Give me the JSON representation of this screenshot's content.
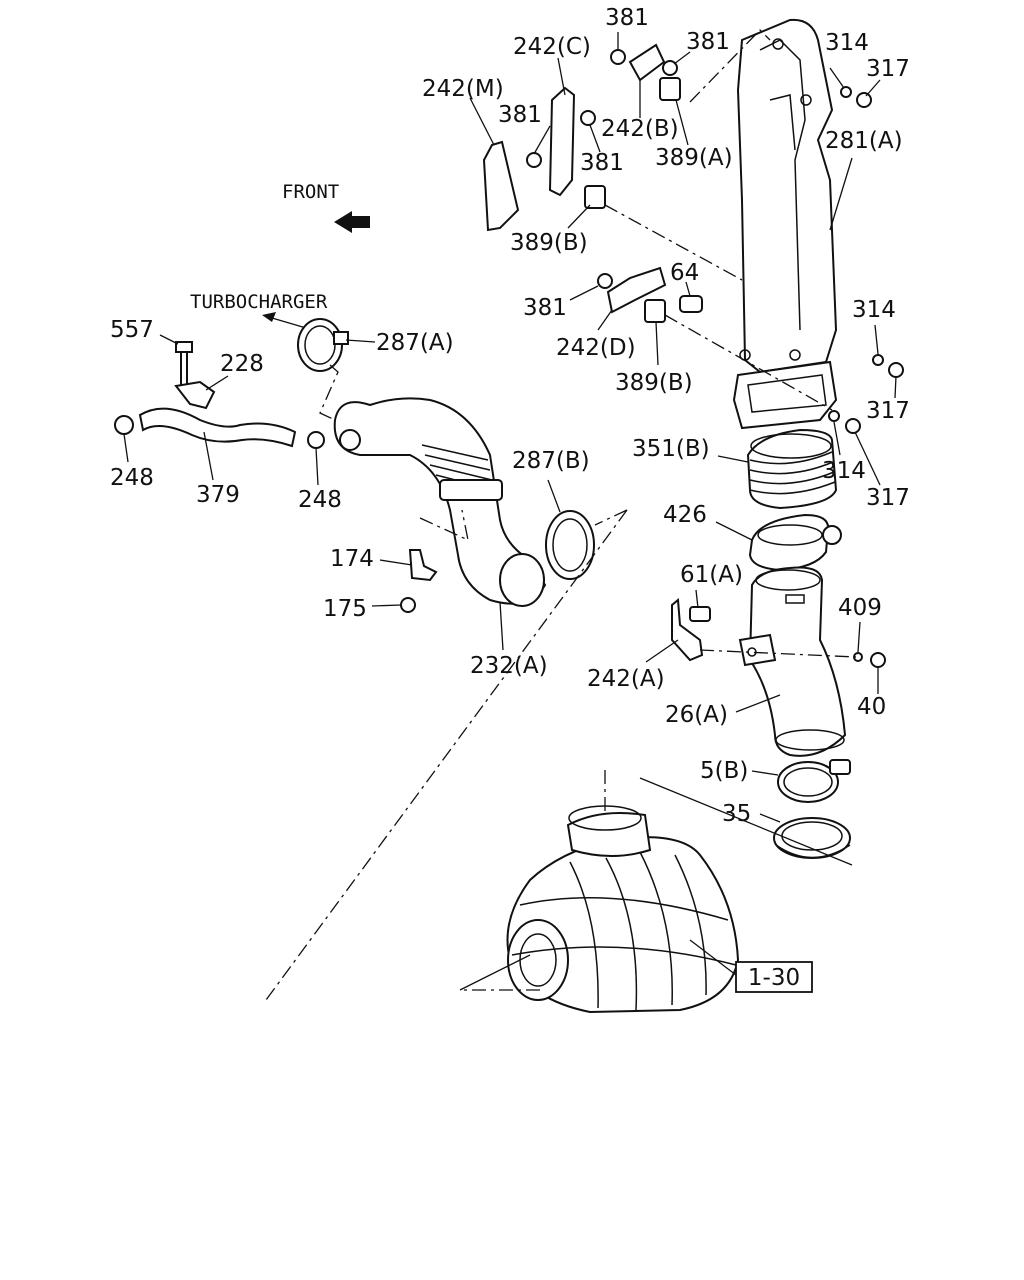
{
  "diagram": {
    "notes": {
      "front": "FRONT",
      "turbocharger": "TURBOCHARGER"
    },
    "labels": [
      {
        "id": "381-a",
        "text": "381"
      },
      {
        "id": "242c",
        "text": "242(C)"
      },
      {
        "id": "381-b",
        "text": "381"
      },
      {
        "id": "314-a",
        "text": "314"
      },
      {
        "id": "317-a",
        "text": "317"
      },
      {
        "id": "242m",
        "text": "242(M)"
      },
      {
        "id": "381-c",
        "text": "381"
      },
      {
        "id": "242b",
        "text": "242(B)"
      },
      {
        "id": "381-d",
        "text": "381"
      },
      {
        "id": "389a",
        "text": "389(A)"
      },
      {
        "id": "281a",
        "text": "281(A)"
      },
      {
        "id": "389b-a",
        "text": "389(B)"
      },
      {
        "id": "64",
        "text": "64"
      },
      {
        "id": "381-e",
        "text": "381"
      },
      {
        "id": "314-b",
        "text": "314"
      },
      {
        "id": "242d",
        "text": "242(D)"
      },
      {
        "id": "389b-b",
        "text": "389(B)"
      },
      {
        "id": "557",
        "text": "557"
      },
      {
        "id": "228",
        "text": "228"
      },
      {
        "id": "287a",
        "text": "287(A)"
      },
      {
        "id": "317-b",
        "text": "317"
      },
      {
        "id": "351b",
        "text": "351(B)"
      },
      {
        "id": "314-c",
        "text": "314"
      },
      {
        "id": "317-c",
        "text": "317"
      },
      {
        "id": "248-a",
        "text": "248"
      },
      {
        "id": "379",
        "text": "379"
      },
      {
        "id": "248-b",
        "text": "248"
      },
      {
        "id": "287b",
        "text": "287(B)"
      },
      {
        "id": "426",
        "text": "426"
      },
      {
        "id": "174",
        "text": "174"
      },
      {
        "id": "61a",
        "text": "61(A)"
      },
      {
        "id": "409",
        "text": "409"
      },
      {
        "id": "175",
        "text": "175"
      },
      {
        "id": "242a",
        "text": "242(A)"
      },
      {
        "id": "232a",
        "text": "232(A)"
      },
      {
        "id": "40",
        "text": "40"
      },
      {
        "id": "26a",
        "text": "26(A)"
      },
      {
        "id": "5b",
        "text": "5(B)"
      },
      {
        "id": "35",
        "text": "35"
      }
    ],
    "reference_box": "1-30"
  }
}
